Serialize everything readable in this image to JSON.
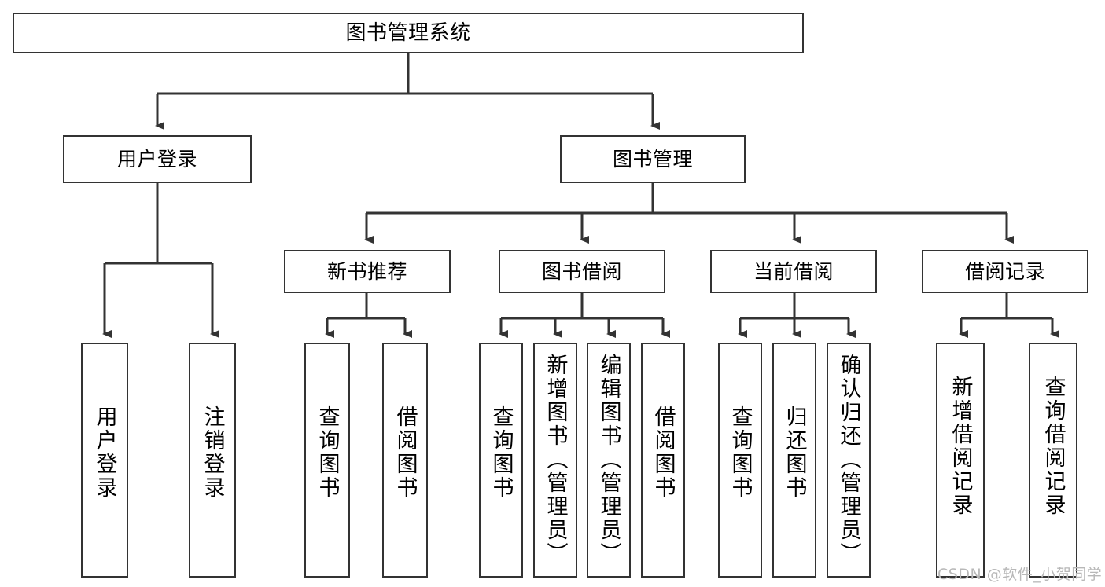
{
  "diagram": {
    "title": "图书管理系统",
    "type": "hierarchy-tree",
    "watermark": "CSDN @软件_小贺同学",
    "colors": {
      "box_border": "#333333",
      "box_fill": "#ffffff",
      "connector": "#333333",
      "text": "#000000",
      "watermark": "#b8b8b8",
      "background": "#ffffff"
    },
    "nodes": {
      "root": {
        "label": "图书管理系统"
      },
      "level2": [
        {
          "label": "用户登录"
        },
        {
          "label": "图书管理"
        }
      ],
      "level3": [
        {
          "label": "新书推荐"
        },
        {
          "label": "图书借阅"
        },
        {
          "label": "当前借阅"
        },
        {
          "label": "借阅记录"
        }
      ],
      "leaves": {
        "user_login": [
          {
            "label": "用户登录"
          },
          {
            "label": "注销登录"
          }
        ],
        "new_book": [
          {
            "label": "查询图书"
          },
          {
            "label": "借阅图书"
          }
        ],
        "book_borrow": [
          {
            "label": "查询图书"
          },
          {
            "label": "新增图书（管理员）"
          },
          {
            "label": "编辑图书（管理员）"
          },
          {
            "label": "借阅图书"
          }
        ],
        "current_borrow": [
          {
            "label": "查询图书"
          },
          {
            "label": "归还图书"
          },
          {
            "label": "确认归还（管理员）"
          }
        ],
        "borrow_record": [
          {
            "label": "新增借阅记录"
          },
          {
            "label": "查询借阅记录"
          }
        ]
      }
    }
  }
}
